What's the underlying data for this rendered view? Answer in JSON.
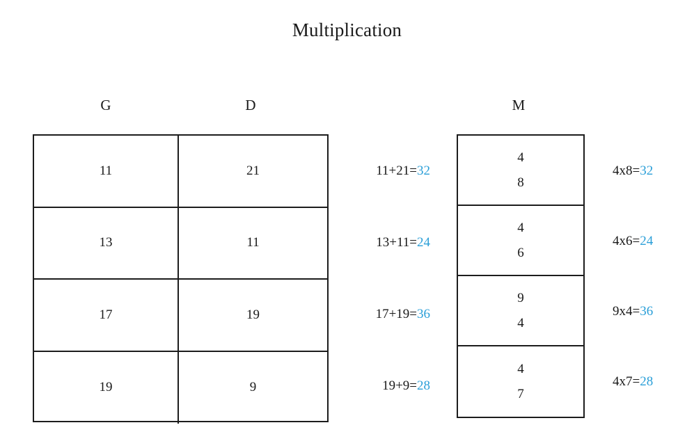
{
  "title": "Multiplication",
  "headers": {
    "left_table": [
      "G",
      "D"
    ],
    "right_table": "M"
  },
  "colors": {
    "result_blue": "#2b9fd8",
    "text_black": "#1a1a1a",
    "border": "#1c1c1c"
  },
  "gd_table": {
    "rows": [
      {
        "g": "11",
        "d": "21"
      },
      {
        "g": "13",
        "d": "11"
      },
      {
        "g": "17",
        "d": "19"
      },
      {
        "g": "19",
        "d": "9"
      }
    ]
  },
  "addition_equations": [
    {
      "expr": "11+21=",
      "result": "32"
    },
    {
      "expr": "13+11=",
      "result": "24"
    },
    {
      "expr": "17+19=",
      "result": "36"
    },
    {
      "expr": "19+9=",
      "result": "28"
    }
  ],
  "m_table": {
    "rows": [
      {
        "top": "4",
        "bottom": "8"
      },
      {
        "top": "4",
        "bottom": "6"
      },
      {
        "top": "9",
        "bottom": "4"
      },
      {
        "top": "4",
        "bottom": "7"
      }
    ]
  },
  "multiplication_equations": [
    {
      "expr": "4x8=",
      "result": "32"
    },
    {
      "expr": "4x6=",
      "result": "24"
    },
    {
      "expr": "9x4=",
      "result": "36"
    },
    {
      "expr": "4x7=",
      "result": "28"
    }
  ]
}
